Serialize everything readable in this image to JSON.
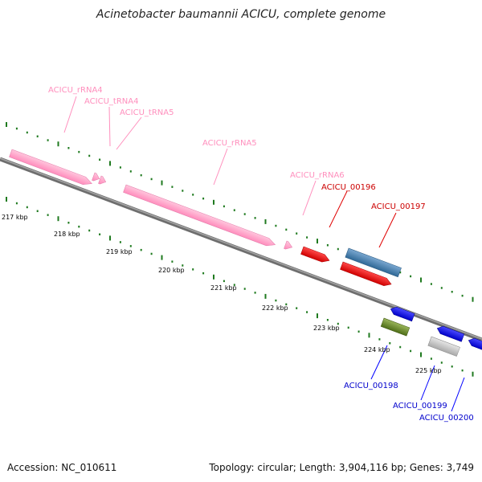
{
  "title": "Acinetobacter baumannii ACICU, complete genome",
  "footer": {
    "accession": "Accession: NC_010611",
    "summary": "Topology: circular; Length: 3,904,116 bp; Genes: 3,749"
  },
  "colors": {
    "rRNA": "#ff9ec7",
    "rRNA_label": "#ff8fbd",
    "red_gene": "#ff0000",
    "steel_gene": "#4682b4",
    "blue_gene": "#0000ff",
    "olive_gene": "#6b8e23",
    "gray_gene": "#c0c0c0",
    "backbone": "#808080",
    "dots": "#1f7a1f"
  },
  "ticks": [
    "217 kbp",
    "218 kbp",
    "219 kbp",
    "220 kbp",
    "221 kbp",
    "222 kbp",
    "223 kbp",
    "224 kbp",
    "225 kbp"
  ],
  "labels": {
    "rRNA4": "ACICU_rRNA4",
    "tRNA4": "ACICU_tRNA4",
    "tRNA5": "ACICU_tRNA5",
    "rRNA5": "ACICU_rRNA5",
    "rRNA6": "ACICU_rRNA6",
    "g196": "ACICU_00196",
    "g197": "ACICU_00197",
    "g198": "ACICU_00198",
    "g199": "ACICU_00199",
    "g200": "ACICU_00200"
  }
}
